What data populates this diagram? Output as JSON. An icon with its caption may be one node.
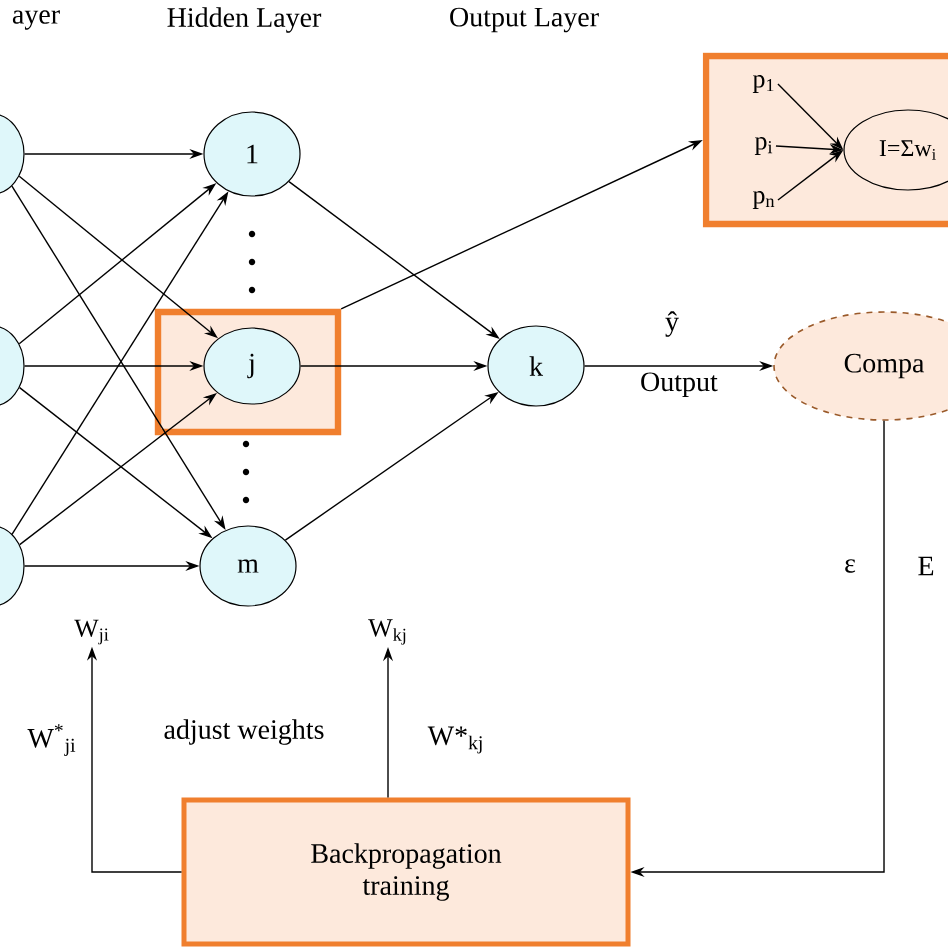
{
  "diagram": {
    "nodes": [
      {
        "text": [],
        "shape": "circle"
      },
      {
        "text": [],
        "shape": "circle"
      },
      {
        "text": [],
        "shape": "circle"
      },
      {
        "text": [],
        "shape": "box"
      },
      {
        "text": [
          "1"
        ]
      },
      {
        "text": [
          "j"
        ],
        "in": 3
      },
      {
        "text": [
          "m"
        ]
      },
      {
        "text": [
          "k"
        ]
      },
      {
        "text": [],
        "shape": "box"
      },
      {
        "text": [
          "p$_{1}$"
        ],
        "in": 8
      },
      {
        "text": [
          "p$_{i}$"
        ],
        "in": 8
      },
      {
        "text": [
          "p$_{n}$"
        ],
        "in": 8
      },
      {
        "text": [
          "I=Σw$_{i}$"
        ],
        "in": 8
      },
      {
        "text": [
          "Compa"
        ]
      },
      {
        "text": [
          "W$_{ji}$"
        ]
      },
      {
        "text": [
          "W$_{kj}$"
        ]
      },
      {
        "text": [
          "Backpropagation training"
        ]
      }
    ],
    "edges": [
      {
        "from": 0,
        "to": 4,
        "arrow": "to"
      },
      {
        "from": 0,
        "to": 5,
        "arrow": "to"
      },
      {
        "from": 0,
        "to": 6,
        "arrow": "to"
      },
      {
        "from": 1,
        "to": 4,
        "arrow": "to"
      },
      {
        "from": 1,
        "to": 5,
        "arrow": "to"
      },
      {
        "from": 1,
        "to": 6,
        "arrow": "to"
      },
      {
        "from": 2,
        "to": 4,
        "arrow": "to"
      },
      {
        "from": 2,
        "to": 5,
        "arrow": "to"
      },
      {
        "from": 2,
        "to": 6,
        "arrow": "to"
      },
      {
        "from": 4,
        "to": 7,
        "arrow": "to"
      },
      {
        "from": 5,
        "to": 7,
        "arrow": "to"
      },
      {
        "from": 6,
        "to": 7,
        "arrow": "to"
      },
      {
        "from": 3,
        "to": 8,
        "arrow": "to"
      },
      {
        "from": 9,
        "to": 12,
        "arrow": "to"
      },
      {
        "from": 10,
        "to": 12,
        "arrow": "to"
      },
      {
        "from": 11,
        "to": 12,
        "arrow": "to"
      },
      {
        "from": 7,
        "to": 13,
        "arrow": "to",
        "label": "Output"
      },
      {
        "from": 13,
        "to": 16,
        "arrow": "to"
      },
      {
        "from": 16,
        "to": 14,
        "arrow": "to"
      },
      {
        "from": 16,
        "to": 15,
        "arrow": "to"
      }
    ],
    "labels": [
      "ayer",
      "Hidden Layer",
      "Output Layer",
      "ŷ",
      "W$^{*}$$_{ji}$",
      "adjust weights",
      "W*$_{kj}$",
      "ε",
      "E"
    ]
  }
}
